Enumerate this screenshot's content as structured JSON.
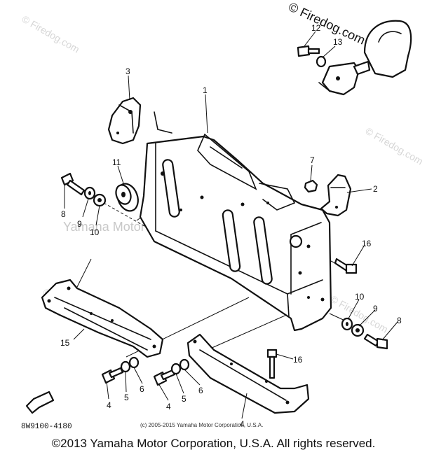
{
  "watermark": {
    "brand": "© Firedog.com",
    "repeat": "© Firedog.com",
    "center": "Yamaha Motor Corp., U.S.A."
  },
  "callouts": {
    "p1": "1",
    "p2": "2",
    "p3": "3",
    "p4a": "4",
    "p4b": "4",
    "p4c": "4",
    "p5a": "5",
    "p5b": "5",
    "p6a": "6",
    "p6b": "6",
    "p7": "7",
    "p8a": "8",
    "p8b": "8",
    "p9a": "9",
    "p9b": "9",
    "p10a": "10",
    "p10b": "10",
    "p11": "11",
    "p12": "12",
    "p13": "13",
    "p15": "15",
    "p16a": "16",
    "p16b": "16"
  },
  "diagram_code": "8W9100-4180",
  "small_copyright": "(c) 2005-2015 Yamaha Motor Corporation, U.S.A.",
  "footer": "©2013 Yamaha Motor Corporation, U.S.A. All rights reserved."
}
